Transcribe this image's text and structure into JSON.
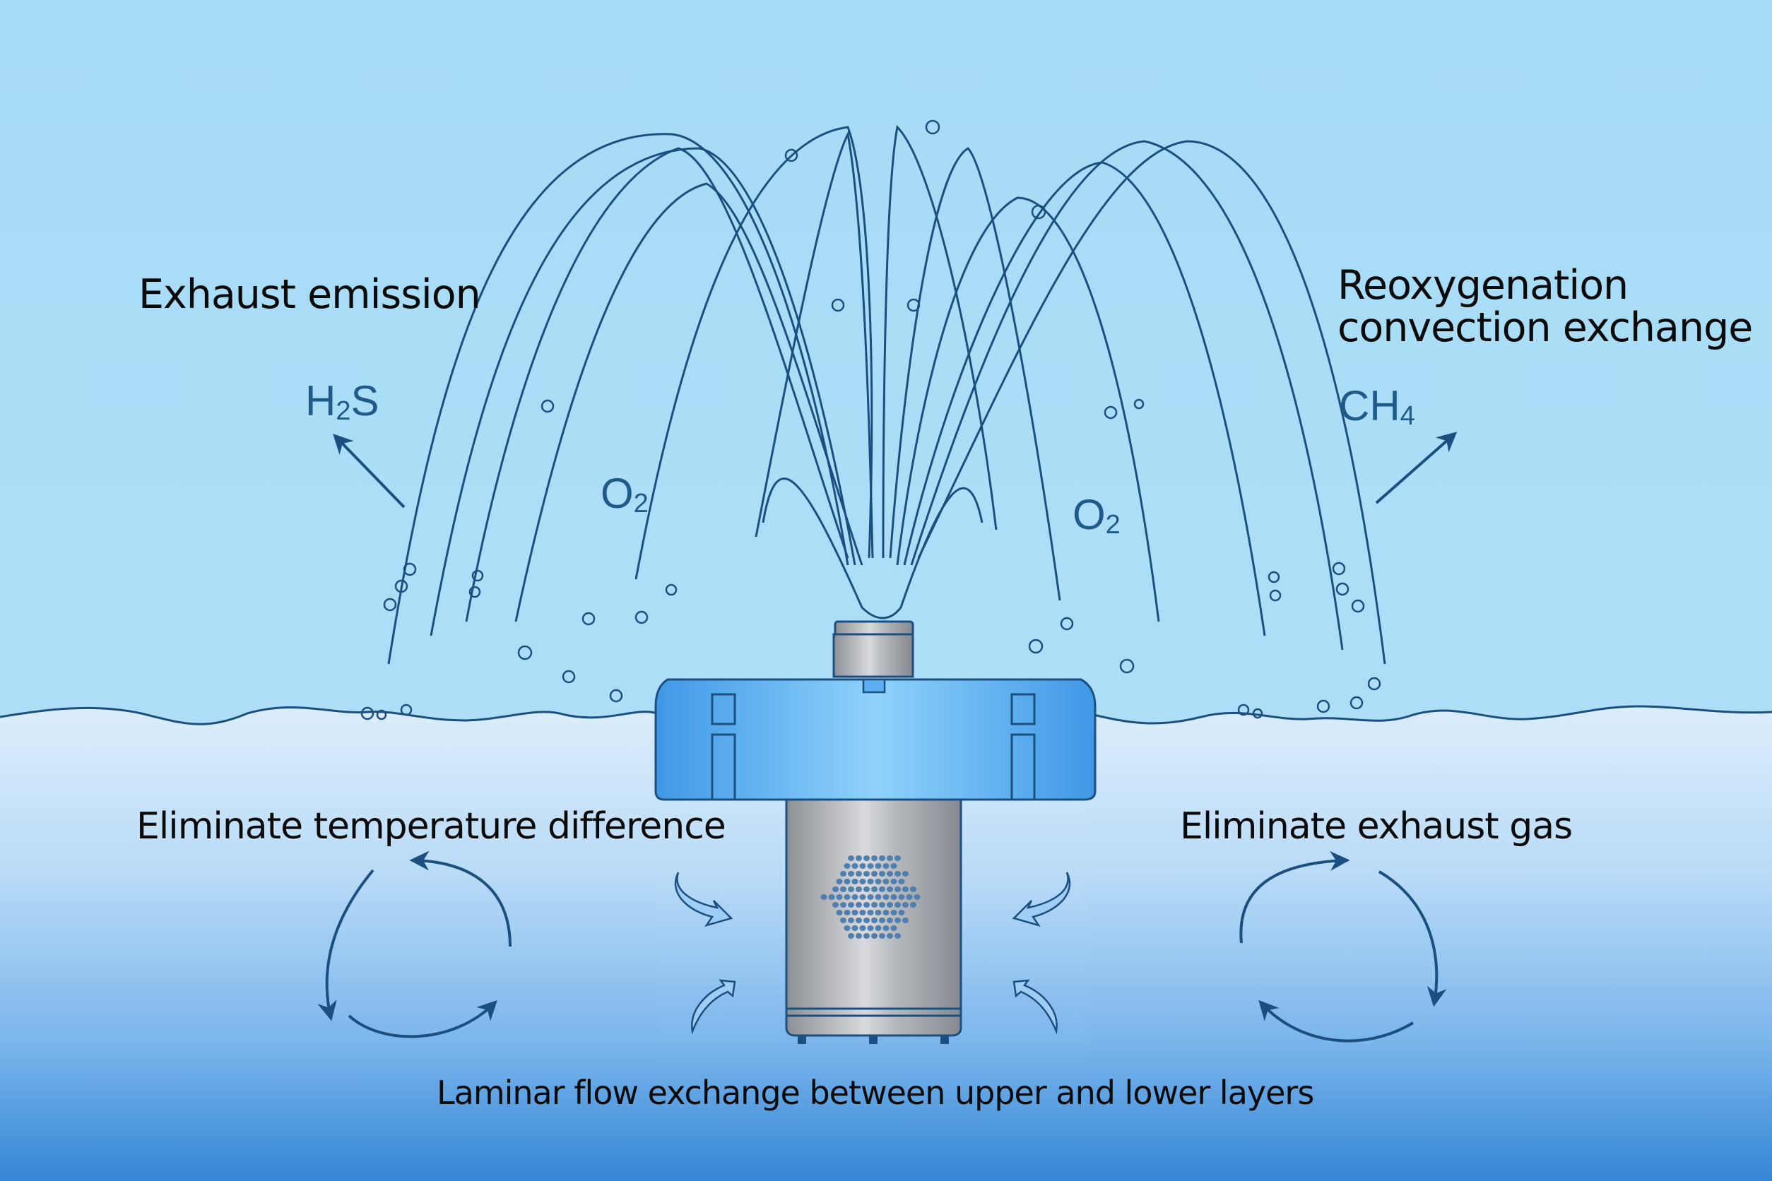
{
  "diagram": {
    "title": "Fountain aerator water treatment principle",
    "labels": {
      "exhaust_emission": "Exhaust emission",
      "reoxygenation_line1": "Reoxygenation",
      "reoxygenation_line2": "convection exchange",
      "eliminate_temperature": "Eliminate temperature difference",
      "eliminate_exhaust": "Eliminate exhaust gas",
      "laminar_flow": "Laminar flow exchange between upper and lower layers"
    },
    "gases": {
      "h2s": {
        "base": "H",
        "sub": "2",
        "tail": "S"
      },
      "ch4": {
        "base": "CH",
        "sub": "4",
        "tail": ""
      },
      "o2_left": {
        "base": "O",
        "sub": "2",
        "tail": ""
      },
      "o2_right": {
        "base": "O",
        "sub": "2",
        "tail": ""
      }
    },
    "icons": [
      "fountain-spray-icon",
      "aerator-float-icon",
      "motor-cylinder-icon",
      "circulation-arrow-icon",
      "inflow-arrow-icon",
      "gas-escape-arrow-icon"
    ],
    "colors": {
      "sky_top": "#a8dcf7",
      "water_surface": "#d7ebfb",
      "water_deep": "#3a8ad8",
      "line": "#1b4f80",
      "float_blue": "#4aa3ee",
      "motor_gray": "#a9acb0",
      "text": "#0a0a0a",
      "chem_text": "#1f5a8a"
    }
  }
}
